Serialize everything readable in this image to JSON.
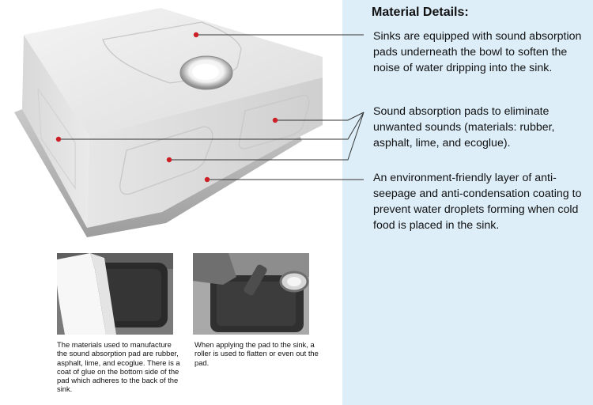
{
  "details": {
    "heading": "Material Details:",
    "items": [
      "Sinks are equipped with sound absorption pads underneath the bowl to soften the noise of water dripping into the sink.",
      "Sound absorption pads to eliminate unwanted sounds (materials: rubber, asphalt, lime, and ecoglue).",
      "An environment-friendly layer of anti-seepage and anti-condensation coating to prevent water droplets forming when cold food is placed in the sink."
    ]
  },
  "captions": [
    "The materials used to manufacture the sound absorption pad are rubber, asphalt, lime, and ecoglue. There is a coat of glue on the bottom side of the pad which adheres to the back of the sink.",
    "When applying the pad to the sink, a roller is used to flatten or even out the pad."
  ],
  "colors": {
    "panel": "#ddeef9",
    "marker": "#cc1f26",
    "leader": "#333333"
  }
}
